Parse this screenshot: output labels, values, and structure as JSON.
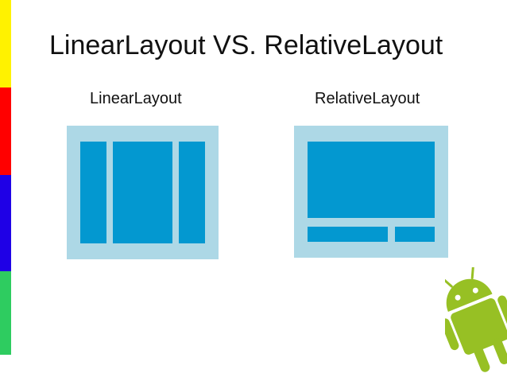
{
  "title": "LinearLayout VS. RelativeLayout",
  "linear": {
    "label": "LinearLayout"
  },
  "relative": {
    "label": "RelativeLayout"
  },
  "colors": {
    "side_bar": [
      "#fff200",
      "#ff0000",
      "#1f00e6",
      "#2ecc60"
    ],
    "panel_background": "#add8e6",
    "panel_block": "#0398d0",
    "android_green": "#97c024"
  },
  "icons": {
    "android_logo": "android-robot-icon"
  }
}
